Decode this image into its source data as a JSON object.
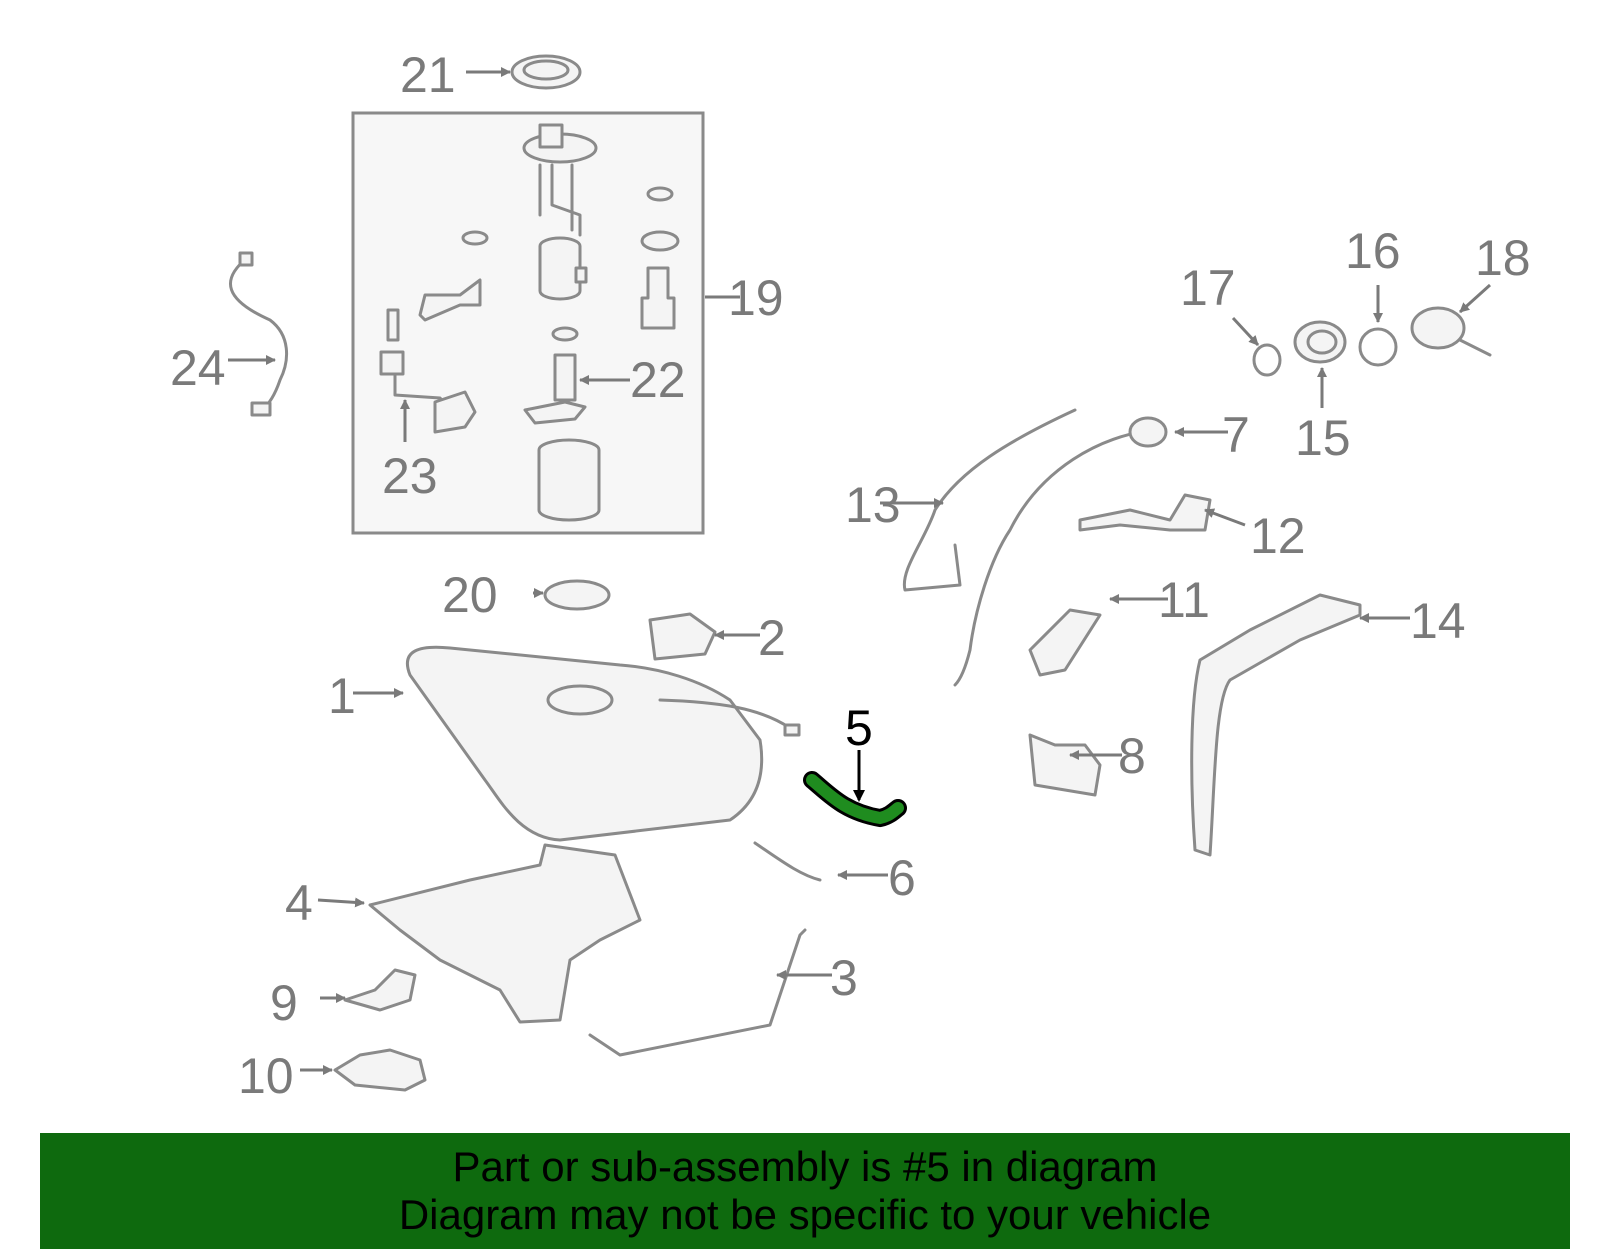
{
  "callouts": [
    {
      "id": "1",
      "text": "1"
    },
    {
      "id": "2",
      "text": "2"
    },
    {
      "id": "3",
      "text": "3"
    },
    {
      "id": "4",
      "text": "4"
    },
    {
      "id": "5",
      "text": "5",
      "highlighted": true
    },
    {
      "id": "6",
      "text": "6"
    },
    {
      "id": "7",
      "text": "7"
    },
    {
      "id": "8",
      "text": "8"
    },
    {
      "id": "9",
      "text": "9"
    },
    {
      "id": "10",
      "text": "10"
    },
    {
      "id": "11",
      "text": "11"
    },
    {
      "id": "12",
      "text": "12"
    },
    {
      "id": "13",
      "text": "13"
    },
    {
      "id": "14",
      "text": "14"
    },
    {
      "id": "15",
      "text": "15"
    },
    {
      "id": "16",
      "text": "16"
    },
    {
      "id": "17",
      "text": "17"
    },
    {
      "id": "18",
      "text": "18"
    },
    {
      "id": "19",
      "text": "19"
    },
    {
      "id": "20",
      "text": "20"
    },
    {
      "id": "21",
      "text": "21"
    },
    {
      "id": "22",
      "text": "22"
    },
    {
      "id": "23",
      "text": "23"
    },
    {
      "id": "24",
      "text": "24"
    }
  ],
  "banner": {
    "line1": "Part or sub-assembly is #5 in diagram",
    "line2": "Diagram may not be specific to your vehicle"
  },
  "colors": {
    "highlight_part": "#1f8c1f",
    "banner_bg": "#0e6a0e",
    "label_gray": "#7a7a7a"
  }
}
